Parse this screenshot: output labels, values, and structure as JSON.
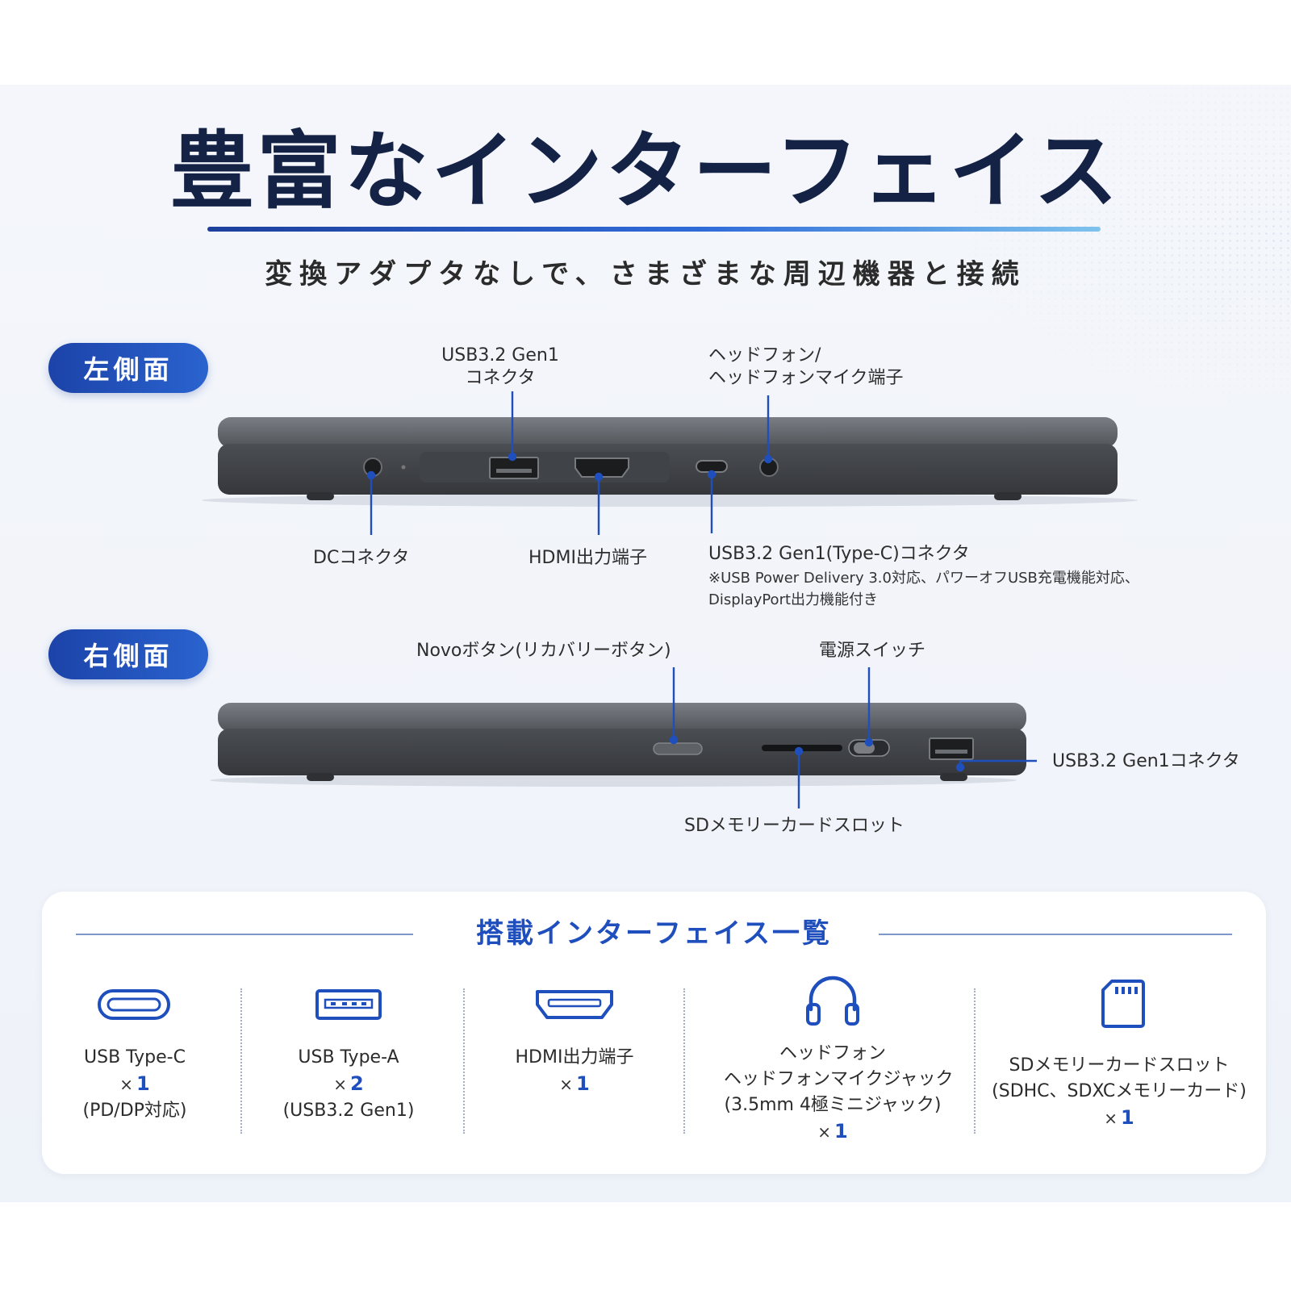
{
  "title": "豊富なインターフェイス",
  "subtitle": "変換アダプタなしで、さまざまな周辺機器と接続",
  "colors": {
    "accent": "#1f4fbd",
    "title": "#142246",
    "pill": "#2a63cf",
    "device": "#3c3f44"
  },
  "left_side": {
    "label": "左側面",
    "callouts": {
      "usb_a_line1": "USB3.2 Gen1",
      "usb_a_line2": "コネクタ",
      "headphone_line1": "ヘッドフォン/",
      "headphone_line2": "ヘッドフォンマイク端子",
      "dc": "DCコネクタ",
      "hdmi": "HDMI出力端子",
      "usb_c": "USB3.2 Gen1(Type-C)コネクタ",
      "usb_c_note1": "※USB Power Delivery 3.0対応、パワーオフUSB充電機能対応、",
      "usb_c_note2": "DisplayPort出力機能付き"
    }
  },
  "right_side": {
    "label": "右側面",
    "callouts": {
      "novo": "Novoボタン(リカバリーボタン)",
      "power": "電源スイッチ",
      "usb_a": "USB3.2 Gen1コネクタ",
      "sd": "SDメモリーカードスロット"
    }
  },
  "interface_list": {
    "title": "搭載インターフェイス一覧",
    "count_prefix": "×",
    "items": [
      {
        "icon": "usb-c-icon",
        "name": "USB Type-C",
        "count": "1",
        "note": "(PD/DP対応)"
      },
      {
        "icon": "usb-a-icon",
        "name": "USB Type-A",
        "count": "2",
        "note": "(USB3.2 Gen1)"
      },
      {
        "icon": "hdmi-icon",
        "name": "HDMI出力端子",
        "count": "1"
      },
      {
        "icon": "headphone-icon",
        "name": "ヘッドフォン",
        "name2": "ヘッドフォンマイクジャック",
        "note": "(3.5mm 4極ミニジャック)",
        "count": "1"
      },
      {
        "icon": "sd-card-icon",
        "name": "SDメモリーカードスロット",
        "note": "(SDHC、SDXCメモリーカード)",
        "count": "1"
      }
    ]
  }
}
